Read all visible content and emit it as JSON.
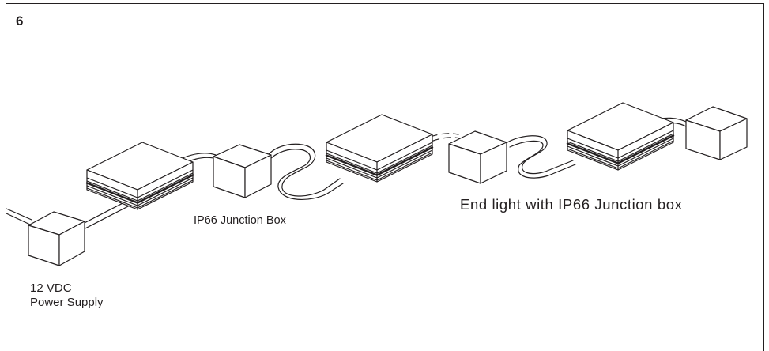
{
  "step_number": "6",
  "labels": {
    "junction_box": "IP66 Junction Box",
    "end_light": "End light with IP66  Junction box",
    "power_supply_line1": "12 VDC",
    "power_supply_line2": "Power Supply"
  },
  "colors": {
    "line": "#231f20",
    "background": "#ffffff"
  }
}
